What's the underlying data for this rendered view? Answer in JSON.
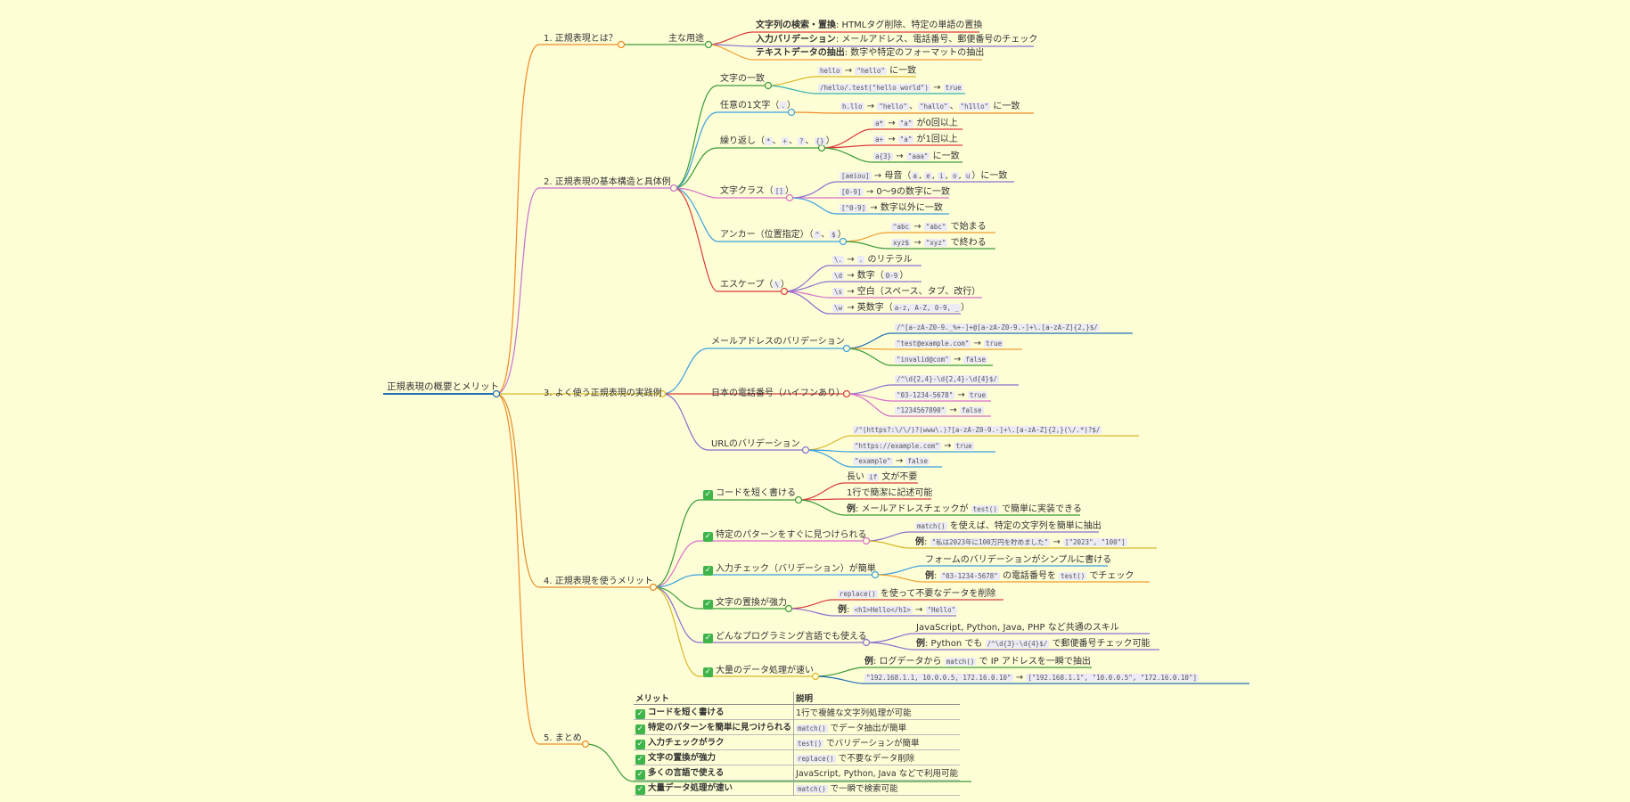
{
  "root": "正規表現の概要とメリット",
  "s1": {
    "title": "1. 正規表現とは？",
    "sub": "主な用途",
    "items": [
      {
        "b": "文字列の検索・置換",
        "t": ": HTMLタグ削除、特定の単語の置換"
      },
      {
        "b": "入力バリデーション",
        "t": ": メールアドレス、電話番号、郵便番号のチェック"
      },
      {
        "b": "テキストデータの抽出",
        "t": ": 数字や特定のフォーマットの抽出"
      }
    ]
  },
  "s2": {
    "title": "2. 正規表現の基本構造と具体例",
    "g1": {
      "label": "文字の一致",
      "l1": {
        "c1": "hello",
        "a": "→",
        "c2": "\"hello\"",
        "t": "に一致"
      },
      "l2": {
        "c1": "/hello/.test(\"hello world\")",
        "a": "→",
        "c2": "true"
      }
    },
    "g2": {
      "label": "任意の1文字（",
      "code": ".",
      "label2": "）",
      "l1": {
        "c1": "h.llo",
        "a": "→",
        "c2": "\"hello\"",
        "s1": "、",
        "c3": "\"hallo\"",
        "s2": "、",
        "c4": "\"h1llo\"",
        "t": "に一致"
      }
    },
    "g3": {
      "label": "繰り返し（",
      "c1": "*",
      "s1": "、",
      "c2": "+",
      "s2": "、",
      "c3": "?",
      "s3": "、",
      "c4": "{}",
      "label2": "）",
      "l1": {
        "c1": "a*",
        "a": "→",
        "c2": "\"a\"",
        "t": "が0回以上"
      },
      "l2": {
        "c1": "a+",
        "a": "→",
        "c2": "\"a\"",
        "t": "が1回以上"
      },
      "l3": {
        "c1": "a{3}",
        "a": "→",
        "c2": "\"aaa\"",
        "t": "に一致"
      }
    },
    "g4": {
      "label": "文字クラス（",
      "code": "[]",
      "label2": "）",
      "l1": {
        "c1": "[aeiou]",
        "t1": "→ 母音（",
        "c2": "a",
        "s1": ", ",
        "c3": "e",
        "s2": ", ",
        "c4": "i",
        "s3": ", ",
        "c5": "o",
        "s4": ", ",
        "c6": "u",
        "t2": "）に一致"
      },
      "l2": {
        "c1": "[0-9]",
        "t": "→ 0〜9の数字に一致"
      },
      "l3": {
        "c1": "[^0-9]",
        "t": "→ 数字以外に一致"
      }
    },
    "g5": {
      "label": "アンカー（位置指定）（",
      "c1": "^",
      "s1": "、",
      "c2": "$",
      "label2": "）",
      "l1": {
        "c1": "^abc",
        "a": "→",
        "c2": "\"abc\"",
        "t": "で始まる"
      },
      "l2": {
        "c1": "xyz$",
        "a": "→",
        "c2": "\"xyz\"",
        "t": "で終わる"
      }
    },
    "g6": {
      "label": "エスケープ（",
      "code": "\\",
      "label2": "）",
      "l1": {
        "c1": "\\.",
        "a": "→",
        "c2": ".",
        "t": "のリテラル"
      },
      "l2": {
        "c1": "\\d",
        "t1": "→ 数字（",
        "c2": "0-9",
        "t2": "）"
      },
      "l3": {
        "c1": "\\s",
        "t": "→ 空白（スペース、タブ、改行）"
      },
      "l4": {
        "c1": "\\w",
        "t1": "→ 英数字（",
        "c2": "a-z, A-Z, 0-9, _",
        "t2": "）"
      }
    }
  },
  "s3": {
    "title": "3. よく使う正規表現の実践例",
    "g1": {
      "label": "メールアドレスのバリデーション",
      "l1": "/^[a-zA-Z0-9._%+-]+@[a-zA-Z0-9.-]+\\.[a-zA-Z]{2,}$/",
      "l2": {
        "c1": "\"test@example.com\"",
        "a": "→",
        "c2": "true"
      },
      "l3": {
        "c1": "\"invalid@com\"",
        "a": "→",
        "c2": "false"
      }
    },
    "g2": {
      "label": "日本の電話番号（ハイフンあり）",
      "l1": "/^\\d{2,4}-\\d{2,4}-\\d{4}$/",
      "l2": {
        "c1": "\"03-1234-5678\"",
        "a": "→",
        "c2": "true"
      },
      "l3": {
        "c1": "\"1234567890\"",
        "a": "→",
        "c2": "false"
      }
    },
    "g3": {
      "label": "URLのバリデーション",
      "l1": "/^(https?:\\/\\/)?(www\\.)?[a-zA-Z0-9.-]+\\.[a-zA-Z]{2,}(\\/.*)?$/",
      "l2": {
        "c1": "\"https://example.com\"",
        "a": "→",
        "c2": "true"
      },
      "l3": {
        "c1": "\"example\"",
        "a": "→",
        "c2": "false"
      }
    }
  },
  "s4": {
    "title": "4. 正規表現を使うメリット",
    "check": "✓",
    "g1": {
      "label": "コードを短く書ける",
      "l1": {
        "t1": "長い",
        "c": "if",
        "t2": "文が不要"
      },
      "l2": "1行で簡潔に記述可能",
      "l3": {
        "b": "例",
        "t1": ": メールアドレスチェックが",
        "c": "test()",
        "t2": "で簡単に実装できる"
      }
    },
    "g2": {
      "label": "特定のパターンをすぐに見つけられる",
      "l1": {
        "c": "match()",
        "t": "を使えば、特定の文字列を簡単に抽出"
      },
      "l2": {
        "b": "例",
        "t1": ":",
        "c1": "\"私は2023年に100万円を貯めました\"",
        "a": "→",
        "c2": "[\"2023\", \"100\"]"
      }
    },
    "g3": {
      "label": "入力チェック（バリデーション）が簡単",
      "l1": "フォームのバリデーションがシンプルに書ける",
      "l2": {
        "b": "例",
        "t1": ":",
        "c1": "\"03-1234-5678\"",
        "t2": "の電話番号を",
        "c2": "test()",
        "t3": "でチェック"
      }
    },
    "g4": {
      "label": "文字の置換が強力",
      "l1": {
        "c": "replace()",
        "t": "を使って不要なデータを削除"
      },
      "l2": {
        "b": "例",
        "t1": ":",
        "c1": "<h1>Hello</h1>",
        "a": "→",
        "c2": "\"Hello\""
      }
    },
    "g5": {
      "label": "どんなプログラミング言語でも使える",
      "l1": "JavaScript, Python, Java, PHP など共通のスキル",
      "l2": {
        "b": "例",
        "t1": ": Python でも",
        "c": "/^\\d{3}-\\d{4}$/",
        "t2": "で郵便番号チェック可能"
      }
    },
    "g6": {
      "label": "大量のデータ処理が速い",
      "l1": {
        "b": "例",
        "t1": ": ログデータから",
        "c": "match()",
        "t2": "で IP アドレスを一瞬で抽出"
      },
      "l2": {
        "c1": "\"192.168.1.1, 10.0.0.5, 172.16.0.10\"",
        "a": "→",
        "c2": "[\"192.168.1.1\", \"10.0.0.5\", \"172.16.0.10\"]"
      }
    }
  },
  "s5": {
    "title": "5. まとめ",
    "headers": [
      "メリット",
      "説明"
    ],
    "rows": [
      {
        "m": "コードを短く書ける",
        "d": "1行で複雑な文字列処理が可能"
      },
      {
        "m": "特定のパターンを簡単に見つけられる",
        "c": "match()",
        "d": "でデータ抽出が簡単"
      },
      {
        "m": "入力チェックがラク",
        "c": "test()",
        "d": "でバリデーションが簡単"
      },
      {
        "m": "文字の置換が強力",
        "c": "replace()",
        "d": "で不要なデータ削除"
      },
      {
        "m": "多くの言語で使える",
        "d": "JavaScript, Python, Java などで利用可能"
      },
      {
        "m": "大量データ処理が速い",
        "c": "match()",
        "d": "で一瞬で検索可能"
      }
    ]
  },
  "colors": {
    "root": "#1f6fb5",
    "s1": "#f08a24",
    "s2": "#c56fd0",
    "s3": "#d9b82a",
    "s4": "#e08a2a",
    "s5": "#f08a24",
    "red": "#d93b3b",
    "green": "#3a9a3a",
    "blue": "#3aa0e0",
    "purple": "#8a6fd0",
    "pink": "#d86fc8",
    "orange": "#f0a030",
    "teal": "#30b0b0"
  }
}
